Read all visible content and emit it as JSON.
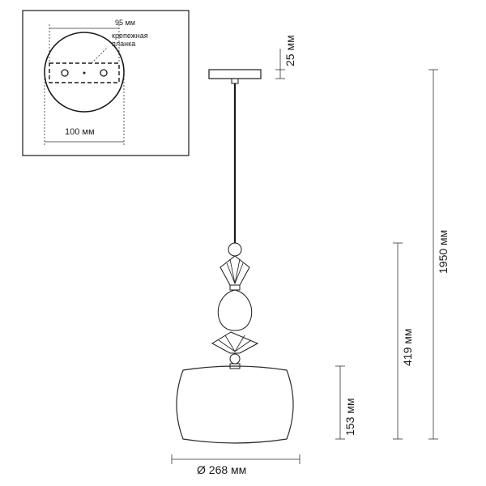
{
  "inset": {
    "label_95": "95 мм",
    "label_bracket": [
      "крепежная",
      "планка"
    ],
    "label_100": "100 мм"
  },
  "dimensions": {
    "canopy_height": "25 мм",
    "total_height": "1950 мм",
    "body_height": "419 мм",
    "shade_height": "153 мм",
    "diameter": "Ø 268 мм"
  },
  "colors": {
    "line": "#1a1a1a",
    "bracket_dash": "#1a1a1a"
  }
}
